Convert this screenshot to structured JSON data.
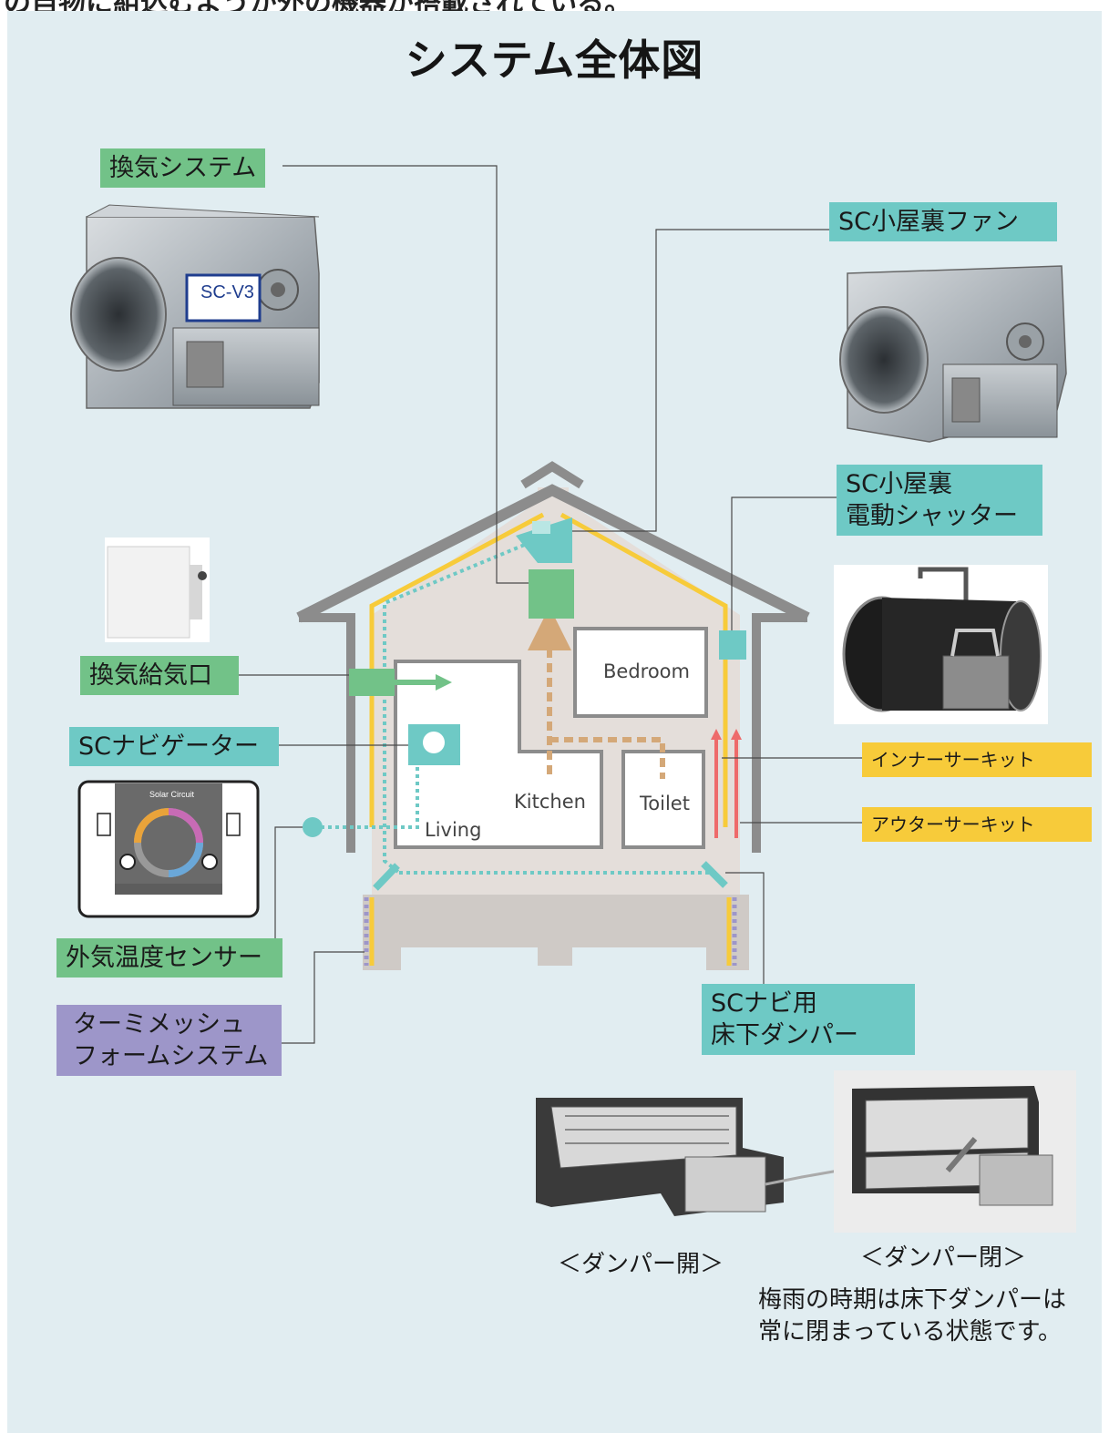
{
  "header_strip": "の自物に組込むようが外の機器が搭載されている。",
  "title": "システム全体図",
  "labels": {
    "ventilation_system": "換気システム",
    "attic_fan": "SC小屋裏ファン",
    "attic_shutter_line1": "SC小屋裏",
    "attic_shutter_line2": "電動シャッター",
    "supply_port": "換気給気口",
    "navigator": "SCナビゲーター",
    "inner_circuit": "インナーサーキット",
    "outer_circuit": "アウターサーキット",
    "outdoor_sensor": "外気温度センサー",
    "termimesh_line1": "ターミメッシュ",
    "termimesh_line2": "フォームシステム",
    "floor_damper_line1": "SCナビ用",
    "floor_damper_line2": "床下ダンパー"
  },
  "device_text": {
    "sc_v3": "SC-V3",
    "navigator_brand": "Solar Circuit"
  },
  "rooms": {
    "bedroom": "Bedroom",
    "kitchen": "Kitchen",
    "toilet": "Toilet",
    "living": "Living"
  },
  "captions": {
    "damper_open": "＜ダンパー開＞",
    "damper_closed": "＜ダンパー閉＞",
    "note_line1": "梅雨の時期は床下ダンパーは",
    "note_line2": "常に閉まっている状態です。"
  },
  "colors": {
    "panel_bg": "#e1edf1",
    "green": "#72c288",
    "teal": "#6ec9c5",
    "purple": "#9d96c9",
    "yellow": "#f7cb3a",
    "red_arrow": "#ee6a6a",
    "duct_tan": "#d4a878"
  }
}
